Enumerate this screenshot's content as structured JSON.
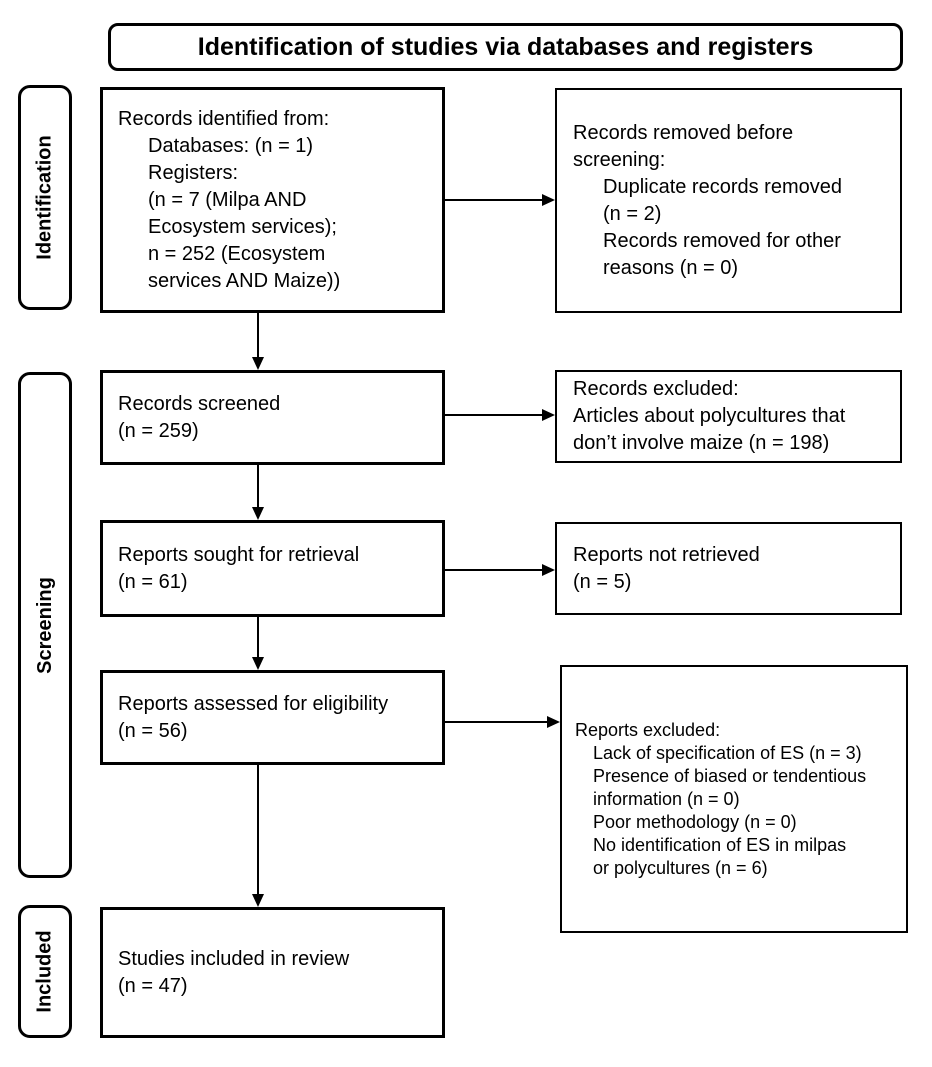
{
  "title": "Identification of studies via databases and registers",
  "sidebar": {
    "stages": [
      {
        "label": "Identification"
      },
      {
        "label": "Screening"
      },
      {
        "label": "Included"
      }
    ]
  },
  "flow": {
    "records_identified": {
      "lines": [
        {
          "t": "Records identified from:",
          "ind": false
        },
        {
          "t": "Databases: (n = 1)",
          "ind": true
        },
        {
          "t": "Registers:",
          "ind": true
        },
        {
          "t": "(n = 7 (Milpa AND",
          "ind": true
        },
        {
          "t": "Ecosystem services);",
          "ind": true
        },
        {
          "t": "n = 252 (Ecosystem",
          "ind": true
        },
        {
          "t": "services AND Maize))",
          "ind": true
        }
      ]
    },
    "records_removed": {
      "lines": [
        {
          "t": "Records removed before",
          "ind": false
        },
        {
          "t": "screening:",
          "ind": false
        },
        {
          "t": "Duplicate records removed",
          "ind": true
        },
        {
          "t": "(n = 2)",
          "ind": true
        },
        {
          "t": "Records removed for other",
          "ind": true
        },
        {
          "t": "reasons (n = 0)",
          "ind": true
        }
      ]
    },
    "records_screened": {
      "lines": [
        {
          "t": "Records screened",
          "ind": false
        },
        {
          "t": "(n = 259)",
          "ind": false
        }
      ]
    },
    "records_excluded": {
      "lines": [
        {
          "t": "Records excluded:",
          "ind": false
        },
        {
          "t": "Articles about polycultures that",
          "ind": false
        },
        {
          "t": "don’t involve maize (n = 198)",
          "ind": false
        }
      ]
    },
    "reports_sought": {
      "lines": [
        {
          "t": "Reports sought for retrieval",
          "ind": false
        },
        {
          "t": "(n = 61)",
          "ind": false
        }
      ]
    },
    "reports_not_retrieved": {
      "lines": [
        {
          "t": "Reports not retrieved",
          "ind": false
        },
        {
          "t": "(n = 5)",
          "ind": false
        }
      ]
    },
    "reports_assessed": {
      "lines": [
        {
          "t": "Reports assessed for eligibility",
          "ind": false
        },
        {
          "t": "(n = 56)",
          "ind": false
        }
      ]
    },
    "reports_excluded": {
      "lines": [
        {
          "t": "Reports excluded:",
          "ind": false
        },
        {
          "t": "Lack of specification of ES (n = 3)",
          "ind": true
        },
        {
          "t": "Presence of biased or tendentious",
          "ind": true
        },
        {
          "t": "information (n = 0)",
          "ind": true
        },
        {
          "t": "Poor methodology (n = 0)",
          "ind": true
        },
        {
          "t": "No identification of ES in milpas",
          "ind": true
        },
        {
          "t": "or polycultures (n = 6)",
          "ind": true
        }
      ]
    },
    "studies_included": {
      "lines": [
        {
          "t": "Studies included in review",
          "ind": false
        },
        {
          "t": "(n = 47)",
          "ind": false
        }
      ]
    }
  },
  "colors": {
    "line": "#000000",
    "background": "#ffffff",
    "text": "#000000"
  }
}
